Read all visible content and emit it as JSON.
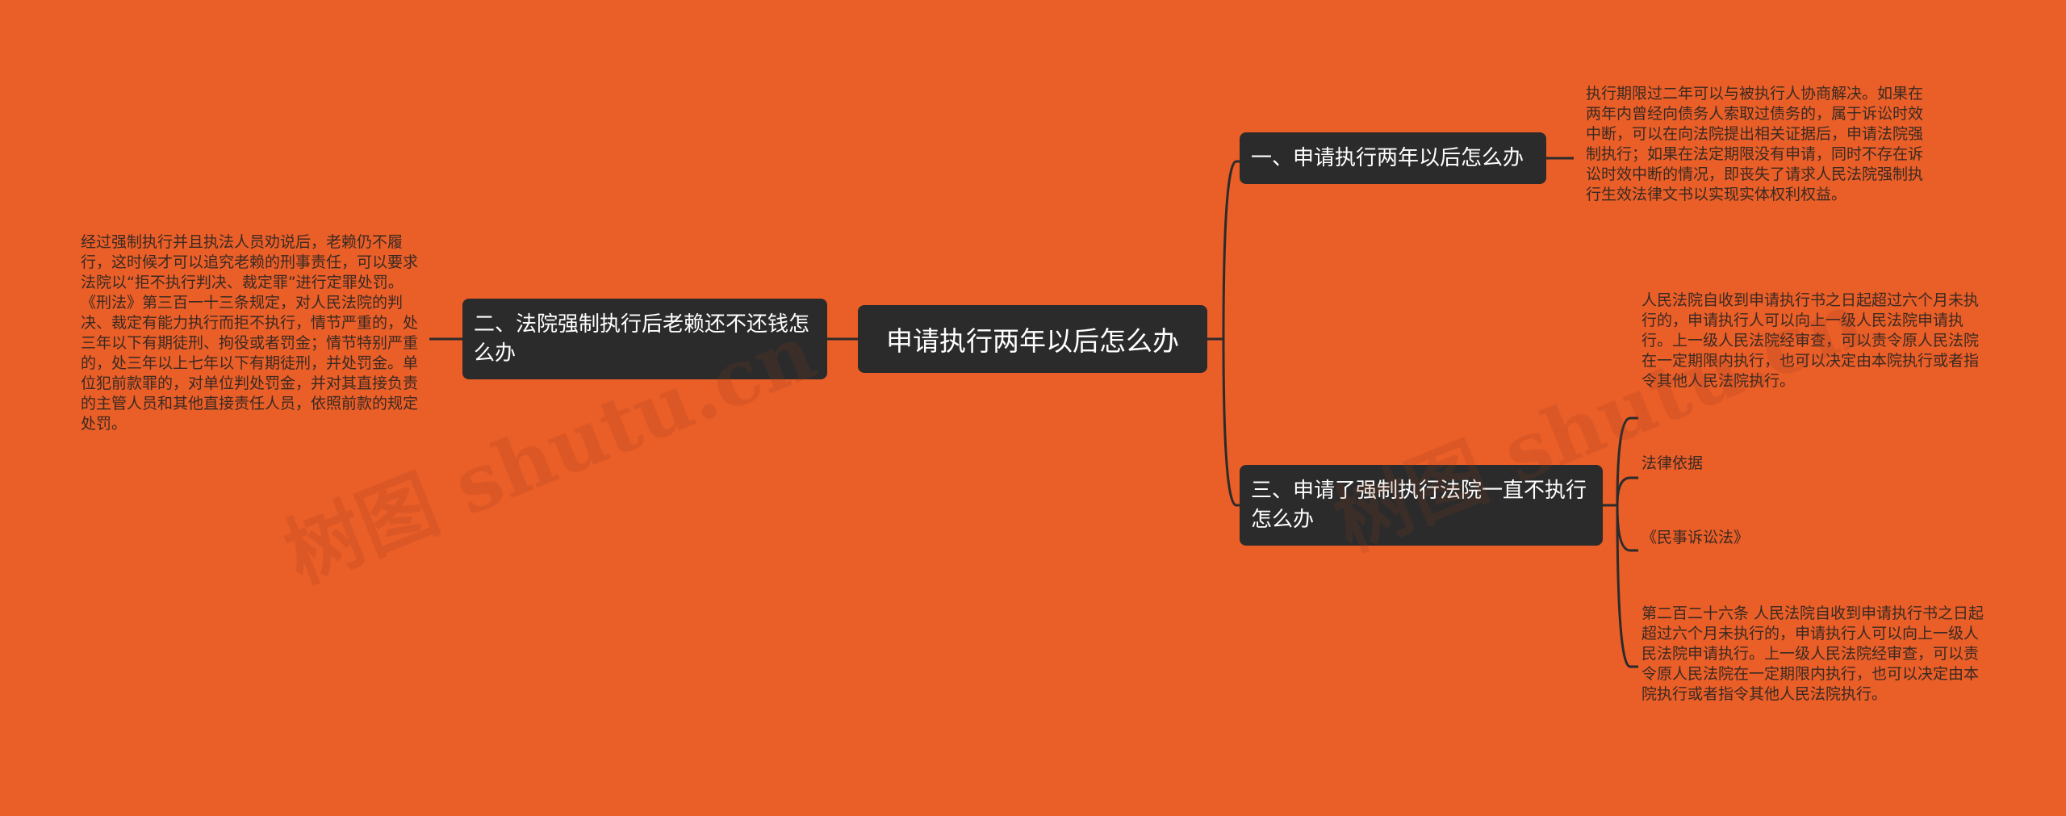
{
  "root": {
    "label": "申请执行两年以后怎么办"
  },
  "branches": [
    {
      "label": "一、申请执行两年以后怎么办",
      "leaves": [
        "执行期限过二年可以与被执行人协商解决。如果在两年内曾经向债务人索取过债务的，属于诉讼时效中断，可以在向法院提出相关证据后，申请法院强制执行；如果在法定期限没有申请，同时不存在诉讼时效中断的情况，即丧失了请求人民法院强制执行生效法律文书以实现实体权利权益。"
      ]
    },
    {
      "label": "二、法院强制执行后老赖还不还钱怎么办",
      "leaves": [
        "经过强制执行并且执法人员劝说后，老赖仍不履行，这时候才可以追究老赖的刑事责任，可以要求法院以“拒不执行判决、裁定罪”进行定罪处罚。《刑法》第三百一十三条规定，对人民法院的判决、裁定有能力执行而拒不执行，情节严重的，处三年以下有期徒刑、拘役或者罚金；情节特别严重的，处三年以上七年以下有期徒刑，并处罚金。单位犯前款罪的，对单位判处罚金，并对其直接负责的主管人员和其他直接责任人员，依照前款的规定处罚。"
      ]
    },
    {
      "label": "三、申请了强制执行法院一直不执行怎么办",
      "leaves": [
        "人民法院自收到申请执行书之日起超过六个月未执行的，申请执行人可以向上一级人民法院申请执行。上一级人民法院经审查，可以责令原人民法院在一定期限内执行，也可以决定由本院执行或者指令其他人民法院执行。",
        "法律依据",
        "《民事诉讼法》",
        "第二百二十六条 人民法院自收到申请执行书之日起超过六个月未执行的，申请执行人可以向上一级人民法院申请执行。上一级人民法院经审查，可以责令原人民法院在一定期限内执行，也可以决定由本院执行或者指令其他人民法院执行。"
      ]
    }
  ],
  "watermarks": [
    "树图 shutu.cn",
    "树图 shutu.cn"
  ],
  "colors": {
    "background": "#EA5E28",
    "node": "#2B2B2B",
    "node_text": "#FFFFFF",
    "leaf_text": "#3A2A22",
    "line": "#2B2B2B"
  }
}
